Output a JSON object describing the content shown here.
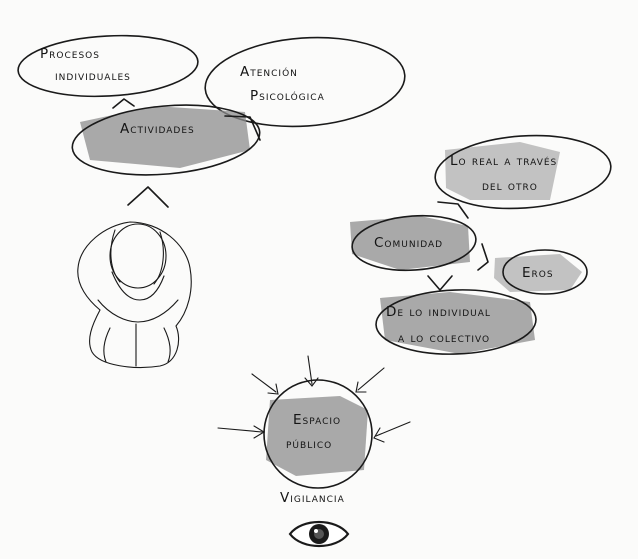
{
  "nodes": {
    "procesos": {
      "line1": "Procesos",
      "line2": "individuales"
    },
    "atencion": {
      "line1": "Atención",
      "line2": "Psicológica"
    },
    "actividades": {
      "label": "Actividades"
    },
    "lo_real": {
      "line1": "Lo real a través",
      "line2": "del otro"
    },
    "comunidad": {
      "label": "Comunidad"
    },
    "eros": {
      "label": "Eros"
    },
    "individual_colectivo": {
      "line1": "De lo individual",
      "line2": "a lo colectivo"
    },
    "espacio": {
      "line1": "Espacio",
      "line2": "público"
    }
  },
  "vigilancia": {
    "label": "Vigilancia"
  },
  "icons": {
    "person": "crouching-person-icon",
    "eye": "eye-icon"
  },
  "colors": {
    "ink": "#1a1a1a",
    "marker": "#8e8e8e",
    "paper": "#fbfbfa"
  }
}
